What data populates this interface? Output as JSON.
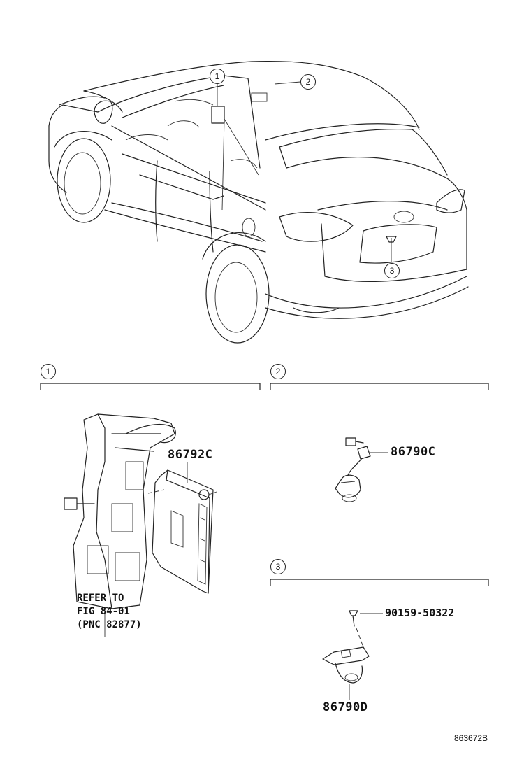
{
  "callouts": {
    "c1": "1",
    "c2": "2",
    "c3": "3"
  },
  "sections": {
    "s1": "1",
    "s2": "2",
    "s3": "3"
  },
  "parts": {
    "p1": "86792C",
    "p2": "86790C",
    "p3": "90159-50322",
    "p4": "86790D"
  },
  "refer_note": {
    "line1": "REFER TO",
    "line2": "FIG 84-01",
    "line3": "(PNC 82877)"
  },
  "figure_code": "863672B",
  "icons": {
    "vehicle": "suv-rear-view-icon",
    "ecu": "camera-ecu-icon",
    "bracket": "bracket-icon",
    "front_camera": "front-camera-icon",
    "rear_camera": "rear-camera-icon",
    "screw": "screw-icon"
  }
}
